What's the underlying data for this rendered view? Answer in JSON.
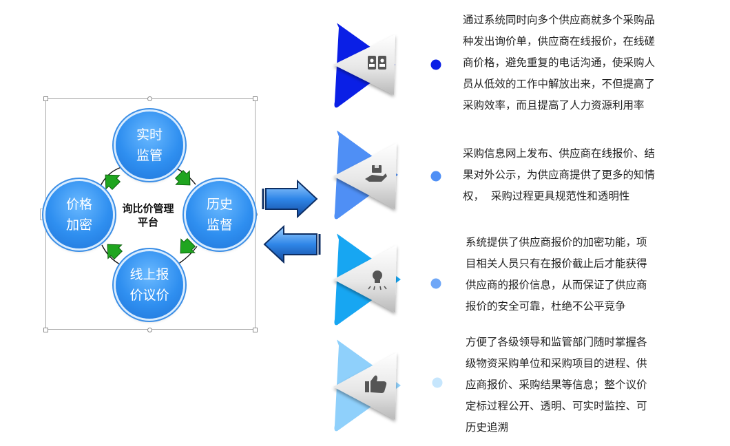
{
  "diagram": {
    "center_label": [
      "询比价管理",
      "平台"
    ],
    "nodes": [
      {
        "id": "top",
        "lines": [
          "实时",
          "监管"
        ]
      },
      {
        "id": "right",
        "lines": [
          "历史",
          "监督"
        ]
      },
      {
        "id": "bottom",
        "lines": [
          "线上报",
          "价议价"
        ]
      },
      {
        "id": "left",
        "lines": [
          "价格",
          "加密"
        ]
      }
    ]
  },
  "features": [
    {
      "color": "#0a1fe6",
      "icon": "contacts-icon",
      "lines": [
        "通过系统同时向多个供应商就多个采购品",
        "种发出询价单，供应商在线报价，在线磋",
        "商价格，避免重复的电话沟通，使采购人",
        "员从低效的工作中解放出来，不但提高了",
        "采购效率，而且提高了人力资源利用率"
      ]
    },
    {
      "color": "#4f8ff5",
      "icon": "hand-box-icon",
      "lines": [
        "采购信息网上发布、供应商在线报价、结",
        "果对外公示，为供应商提供了更多的知情",
        "权，  采购过程更具规范性和透明性"
      ]
    },
    {
      "color": "#17a6f2",
      "icon": "lightbulb-icon",
      "lines": [
        "系统提供了供应商报价的加密功能，项",
        "目相关人员只有在报价截止后才能获得",
        "供应商的报价信息，从而保证了供应商",
        "报价的安全可靠，杜绝不公平竞争"
      ]
    },
    {
      "color": "#8fd0fb",
      "icon": "thumbs-up-icon",
      "lines": [
        "方便了各级领导和监管部门随时掌握各",
        "级物资采购单位和采购项目的进程、供",
        "应商报价、采购结果等信息；整个议价",
        "定标过程公开、透明、可实时监控、可",
        "历史追溯"
      ]
    }
  ]
}
